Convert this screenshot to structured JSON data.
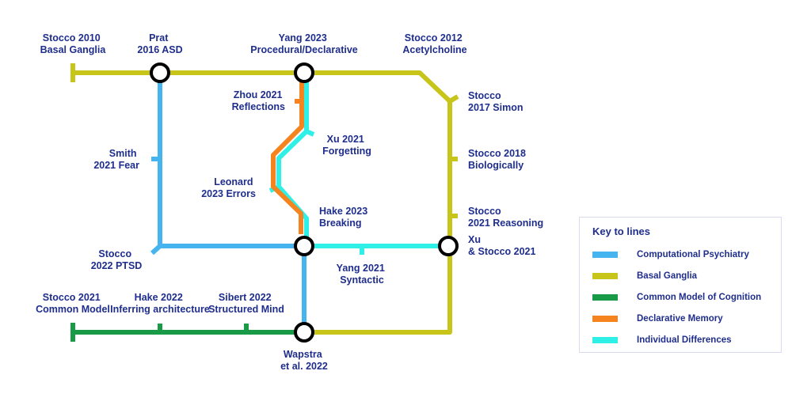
{
  "colors": {
    "computational_psychiatry": "#45b4ef",
    "basal_ganglia": "#c8c51a",
    "common_model": "#199a46",
    "declarative_memory": "#f5841f",
    "individual_differences": "#2ef0e6",
    "text": "#1f2e8c"
  },
  "stations": {
    "stocco2010": [
      "Stocco 2010",
      "Basal Ganglia"
    ],
    "prat": [
      "Prat",
      "2016 ASD"
    ],
    "yang2023": [
      "Yang 2023",
      "Procedural/Declarative"
    ],
    "stocco2012": [
      "Stocco 2012",
      "Acetylcholine"
    ],
    "stocco2017": [
      "Stocco",
      "2017 Simon"
    ],
    "zhou": [
      "Zhou 2021",
      "Reflections"
    ],
    "xu2021": [
      "Xu 2021",
      "Forgetting"
    ],
    "stocco2018": [
      "Stocco 2018",
      "Biologically"
    ],
    "smith": [
      "Smith",
      "2021 Fear"
    ],
    "leonard": [
      "Leonard",
      "2023 Errors"
    ],
    "hake2023": [
      "Hake 2023",
      "Breaking"
    ],
    "stocco2021r": [
      "Stocco",
      "2021 Reasoning"
    ],
    "xu_stocco": [
      "Xu",
      "& Stocco 2021"
    ],
    "stocco2022": [
      "Stocco",
      "2022 PTSD"
    ],
    "yang2021": [
      "Yang 2021",
      "Syntactic"
    ],
    "stocco2021cm": [
      "Stocco 2021",
      "Common Model"
    ],
    "hake2022": [
      "Hake 2022",
      "Inferring architecture"
    ],
    "sibert": [
      "Sibert 2022",
      "Structured Mind"
    ],
    "wapstra": [
      "Wapstra",
      "et al. 2022"
    ]
  },
  "legend": {
    "title": "Key to lines",
    "items": [
      {
        "label": "Computational Psychiatry",
        "color": "#45b4ef"
      },
      {
        "label": "Basal Ganglia",
        "color": "#c8c51a"
      },
      {
        "label": "Common Model of Cognition",
        "color": "#199a46"
      },
      {
        "label": "Declarative Memory",
        "color": "#f5841f"
      },
      {
        "label": "Individual Differences",
        "color": "#2ef0e6"
      }
    ]
  }
}
